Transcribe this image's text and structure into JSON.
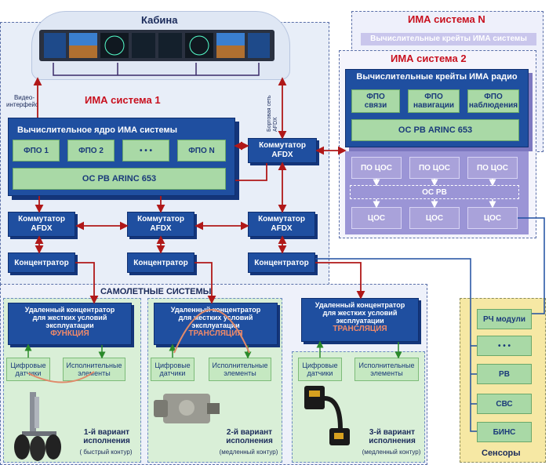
{
  "cabin": {
    "title": "Кабина"
  },
  "labels": {
    "video_interfaces": "Видео-\nинтерфейс",
    "onboard_network": "Бортовая сеть\nAFDX"
  },
  "ima1": {
    "title": "ИМА система 1",
    "core_title": "Вычислительное ядро ИМА системы",
    "fpo": [
      "ФПО 1",
      "ФПО 2",
      "• • •",
      "ФПО N"
    ],
    "os": "ОС РВ ARINC 653"
  },
  "switches": {
    "main": "Коммутатор\nAFDX",
    "left": "Коммутатор\nAFDX",
    "mid": "Коммутатор\nAFDX",
    "right": "Коммутатор\nAFDX"
  },
  "concentrators": {
    "left": "Концентратор",
    "mid": "Концентратор",
    "right": "Концентратор"
  },
  "imaN": {
    "title": "ИМА система N",
    "subtitle": "Вычислительные крейты ИМА системы"
  },
  "ima2": {
    "title": "ИМА система 2",
    "crates_title": "Вычислительные крейты ИМА радио",
    "fpo": [
      "ФПО\nсвязи",
      "ФПО\nнавигации",
      "ФПО\nнаблюдения"
    ],
    "os": "ОС РВ ARINC 653",
    "po_dsp": [
      "ПО ЦОС",
      "ПО ЦОС",
      "ПО ЦОС"
    ],
    "os_rv": "ОС РВ",
    "dsp": [
      "ЦОС",
      "ЦОС",
      "ЦОС"
    ]
  },
  "aircraft": {
    "title": "САМОЛЕТНЫЕ СИСТЕМЫ"
  },
  "remote_title": "Удаленный концентратор\nдля жестких условий\nэксплуатации",
  "variants": [
    {
      "mode": "ФУНКЦИЯ",
      "sensors": "Цифровые\nдатчики",
      "actuators": "Исполнительные\nэлементы",
      "caption": "1-й вариант\nисполнения",
      "note": "( быстрый контур)"
    },
    {
      "mode": "ТРАНСЛЯЦИЯ",
      "sensors": "Цифровые\nдатчики",
      "actuators": "Исполнительные\nэлементы",
      "caption": "2-й вариант\nисполнения",
      "note": "(медленный контур)"
    },
    {
      "mode": "ТРАНСЛЯЦИЯ",
      "sensors": "Цифровые\nдатчики",
      "actuators": "Исполнительные\nэлементы",
      "caption": "3-й вариант\nисполнения",
      "note": "(медленный контур)"
    }
  ],
  "sensors_panel": {
    "title": "Сенсоры",
    "items": [
      "РЧ модули",
      "• • •",
      "РВ",
      "СВС",
      "БИНС"
    ]
  },
  "colors": {
    "blue": "#1f4fa0",
    "green": "#a9d9a6",
    "lavender": "#a9a2da",
    "red": "#c8101e",
    "arrow": "#b01818"
  }
}
